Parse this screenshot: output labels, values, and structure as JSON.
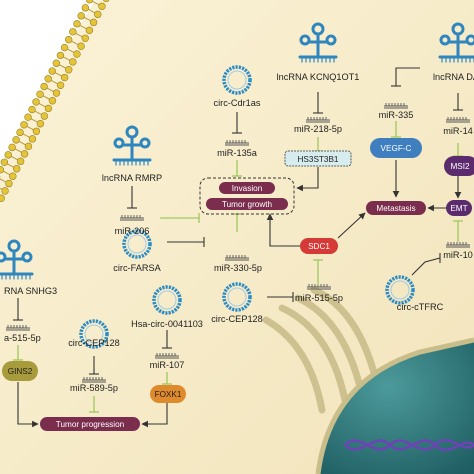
{
  "lncrna": {
    "kcnq1ot1": "lncRNA KCNQ1OT1",
    "rmrp": "lncRNA RMRP",
    "dancr": "lncRNA DA",
    "snhg3": "RNA SNHG3"
  },
  "circrna": {
    "cdr1as": "circ-Cdr1as",
    "farsa": "circ-FARSA",
    "cep128_mid": "circ-CEP128",
    "cep128_left": "circ-CEP128",
    "hsa_0041103": "Hsa-circ-0041103",
    "ctfrc": "circ-cTFRC"
  },
  "mirna": {
    "mir_218": "miR-218-5p",
    "mir_135a": "miR-135a",
    "mir_206": "miR-206",
    "mir_330": "miR-330-5p",
    "mir_515_right": "miR-515-5p",
    "mir_515_left": "a-515-5p",
    "mir_589": "miR-589-5p",
    "mir_107": "miR-107",
    "mir_335": "miR-335",
    "mir_14x": "miR-14",
    "mir_10x": "miR-10"
  },
  "genes": {
    "hs3st3b1": "HS3ST3B1",
    "sdc1": "SDC1",
    "vegfc": "VEGF-C",
    "msi2": "MSI2",
    "emt": "EMT",
    "gins2": "GINS2",
    "foxk1": "FOXK1"
  },
  "outcomes": {
    "invasion": "Invasion",
    "tumor_growth": "Tumor growth",
    "metastasis": "Metastasis",
    "tumor_progression": "Tumor progression"
  },
  "colors": {
    "background_cell": "#f6eccb",
    "membrane_head": "#e4c53a",
    "circ_ring": "#2b8bc4",
    "rna_structure": "#2f86bf",
    "pill_maroon": "#7a2d4c",
    "pill_red": "#d53a36",
    "pill_orange": "#e08a2e",
    "pill_olive": "#a89b3c",
    "pill_purple": "#5b2b6e",
    "pill_blue": "#3f7fbf",
    "arrow_green": "#8fc24a",
    "arrow_dark": "#333333",
    "nucleus": "#2f7b7e",
    "dna_purple": "#6d43b5"
  }
}
